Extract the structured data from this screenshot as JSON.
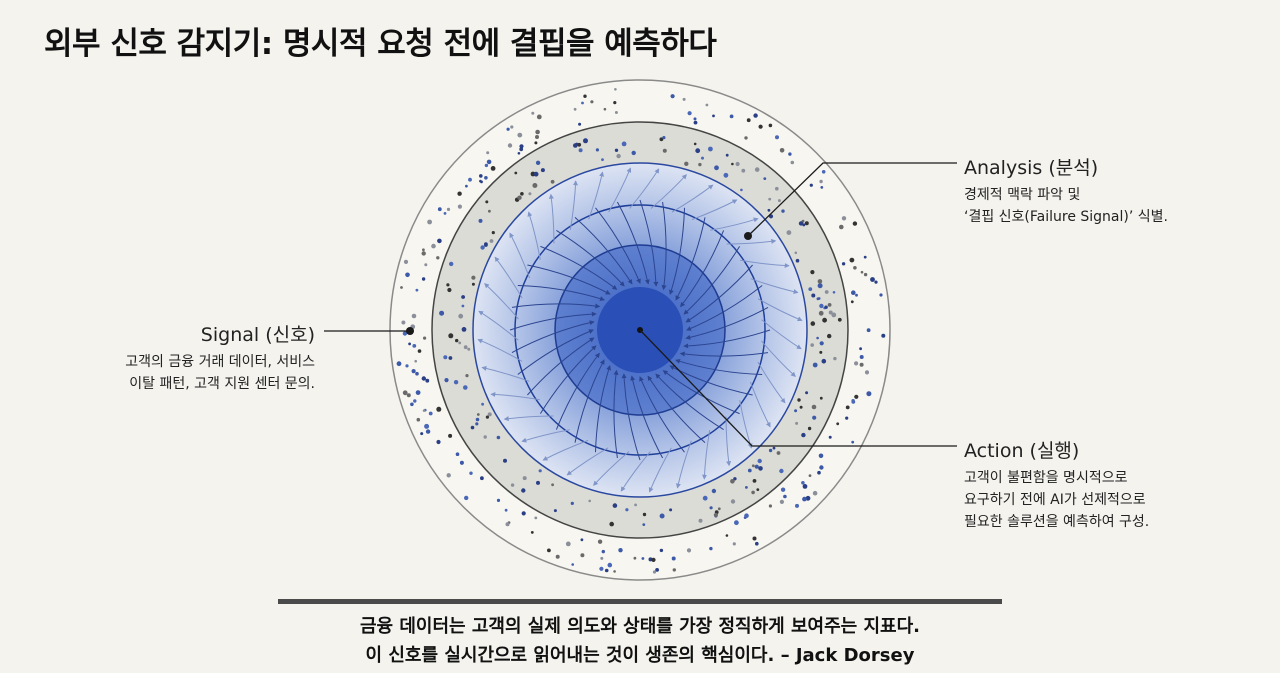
{
  "title": "외부 신호 감지기: 명시적 요청 전에 결핍을 예측하다",
  "colors": {
    "background": "#f4f3ee",
    "core": "#2a50b8",
    "inner_ring": "#3c64c4",
    "mid_ring": "#8ea6dc",
    "outer_blue_ring": "#d6dff0",
    "gray_band": "#dcdcd6",
    "dots_blue": "#3d5aa8",
    "dots_gray": "#6a6a6a"
  },
  "labels": {
    "analysis": {
      "heading": "Analysis (분석)",
      "line1": "경제적 맥락 파악 및",
      "line2": "‘결핍 신호(Failure Signal)’ 식별."
    },
    "signal": {
      "heading": "Signal (신호)",
      "line1": "고객의 금융 거래 데이터, 서비스",
      "line2": "이탈 패턴, 고객 지원 센터 문의."
    },
    "action": {
      "heading": "Action (실행)",
      "line1": "고객이 불편함을 명시적으로",
      "line2": "요구하기 전에 AI가 선제적으로",
      "line3": "필요한 솔루션을 예측하여 구성."
    }
  },
  "quote": {
    "line1": "금융 데이터는 고객의 실제 의도와 상태를 가장 정직하게 보여주는 지표다.",
    "line2": "이 신호를 실시간으로 읽어내는 것이 생존의 핵심이다. – Jack Dorsey"
  }
}
